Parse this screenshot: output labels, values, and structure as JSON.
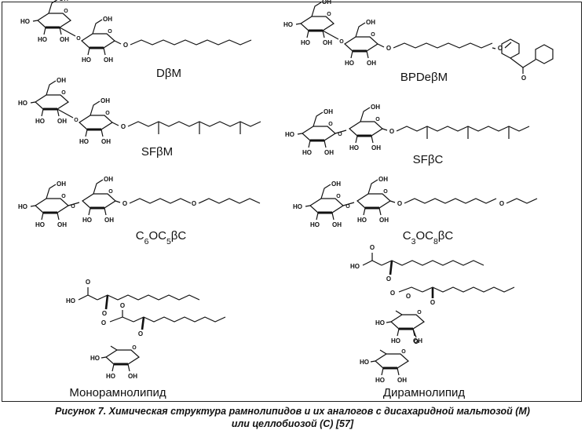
{
  "figure": {
    "caption_line1": "Рисунок 7. Химическая структура рамнолипидов и их аналогов с дисахаридной мальтозой (М)",
    "caption_line2": "или целлобиозой (С) [57]"
  },
  "compounds": [
    {
      "id": "dbm",
      "label_parts": [
        "DβM"
      ]
    },
    {
      "id": "bpdebm",
      "label_parts": [
        "BPDeβM"
      ]
    },
    {
      "id": "sfbm",
      "label_parts": [
        "SFβM"
      ]
    },
    {
      "id": "sfbc",
      "label_parts": [
        "SFβC"
      ]
    },
    {
      "id": "c6oc5bc",
      "label_parts": [
        "C",
        "6",
        "OC",
        "5",
        "βC"
      ]
    },
    {
      "id": "c3oc8bc",
      "label_parts": [
        "C",
        "3",
        "OC",
        "8",
        "βC"
      ]
    },
    {
      "id": "mono",
      "label_parts": [
        "Монорамнолипид"
      ]
    },
    {
      "id": "di",
      "label_parts": [
        "Дирамнолипид"
      ]
    }
  ],
  "atom_labels": {
    "oh": "OH",
    "ho": "HO",
    "o": "O"
  }
}
